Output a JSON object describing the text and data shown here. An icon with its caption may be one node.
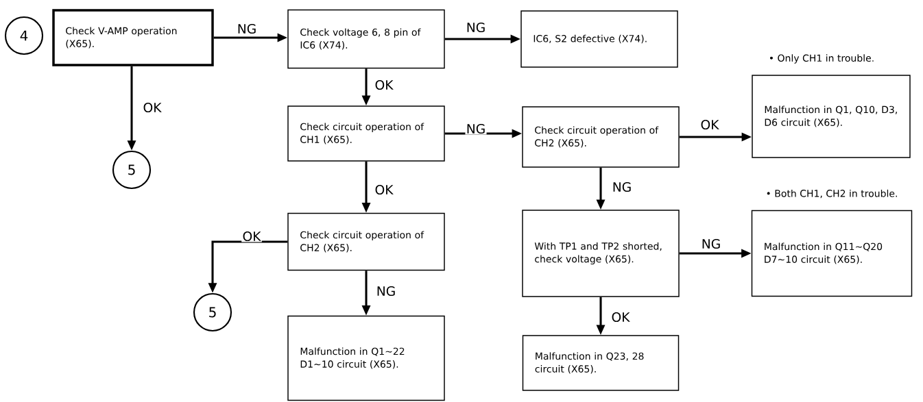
{
  "diagram": {
    "nodes": [
      {
        "text": [
          "4"
        ]
      },
      {
        "text": [
          "Check V-AMP operation (X65)."
        ]
      },
      {
        "text": [
          "Check voltage 6, 8 pin of IC6 (X74)."
        ]
      },
      {
        "text": [
          "IC6, S2 defective (X74)."
        ]
      },
      {
        "text": [
          "5"
        ]
      },
      {
        "text": [
          "Check circuit operation of CH1 (X65)."
        ]
      },
      {
        "text": [
          "Check circuit operation of CH2 (X65)."
        ]
      },
      {
        "text": [
          "Malfunction in Q1, Q10, D3, D6 circuit (X65)."
        ],
        "beside": [
          "• Only CH1 in trouble."
        ]
      },
      {
        "text": [
          "Check circuit operation of CH2 (X65)."
        ]
      },
      {
        "text": [
          "5"
        ]
      },
      {
        "text": [
          "With TP1 and TP2 shorted, check voltage (X65)."
        ]
      },
      {
        "text": [
          "Malfunction in Q11∼Q20 D7∼10 circuit (X65)."
        ],
        "beside": [
          "• Both CH1, CH2 in trouble."
        ]
      },
      {
        "text": [
          "Malfunction in Q1∼22 D1∼10 circuit (X65)."
        ]
      },
      {
        "text": [
          "Malfunction in Q23, 28 circuit (X65)."
        ]
      }
    ],
    "edges": [
      {
        "from": 1,
        "to": 2,
        "arrow": "to",
        "label": "NG"
      },
      {
        "from": 1,
        "to": 4,
        "arrow": "to",
        "label": "OK"
      },
      {
        "from": 2,
        "to": 3,
        "arrow": "to",
        "label": "NG"
      },
      {
        "from": 2,
        "to": 5,
        "arrow": "to",
        "label": "OK"
      },
      {
        "from": 5,
        "to": 6,
        "arrow": "to",
        "label": "NG"
      },
      {
        "from": 5,
        "to": 8,
        "arrow": "to",
        "label": "OK"
      },
      {
        "from": 6,
        "to": 7,
        "arrow": "to",
        "label": "OK"
      },
      {
        "from": 6,
        "to": 10,
        "arrow": "to",
        "label": "NG"
      },
      {
        "from": 8,
        "to": 9,
        "arrow": "to",
        "label": "OK"
      },
      {
        "from": 8,
        "to": 12,
        "arrow": "to",
        "label": "NG"
      },
      {
        "from": 10,
        "to": 11,
        "arrow": "to",
        "label": "NG"
      },
      {
        "from": 10,
        "to": 13,
        "arrow": "to",
        "label": "OK"
      }
    ]
  }
}
